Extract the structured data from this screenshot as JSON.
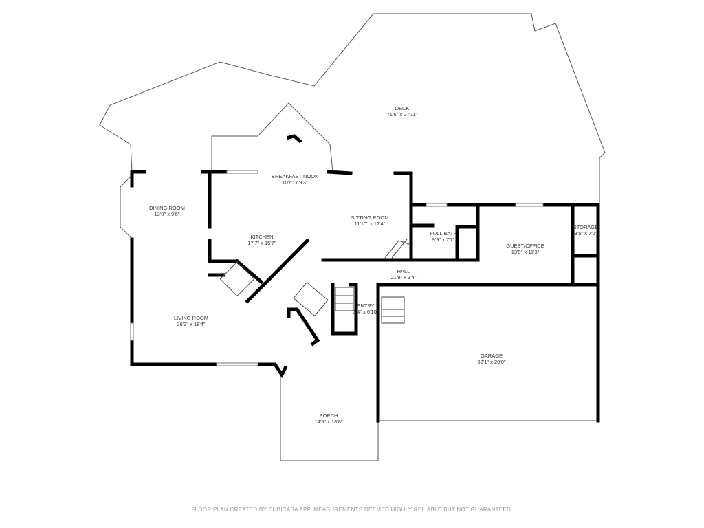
{
  "rooms": [
    {
      "name": "DECK",
      "size": "71'6\" x 27'11\""
    },
    {
      "name": "BREAKFAST NOOK",
      "size": "10'6\" x 9'3\""
    },
    {
      "name": "DINING ROOM",
      "size": "13'0\" x 9'6\""
    },
    {
      "name": "SITTING ROOM",
      "size": "11'10\" x 12'4\""
    },
    {
      "name": "KITCHEN",
      "size": "17'7\" x 15'7\""
    },
    {
      "name": "FULL BATH",
      "size": "9'9\" x 7'7\""
    },
    {
      "name": "GUEST/OFFICE",
      "size": "13'9\" x 11'3\""
    },
    {
      "name": "STORAGE",
      "size": "3'5\" x 7'0\""
    },
    {
      "name": "HALL",
      "size": "21'9\" x 3'4\""
    },
    {
      "name": "ENTRY",
      "size": "3'4\" x 6'10\""
    },
    {
      "name": "LIVING ROOM",
      "size": "26'3\" x 18'4\""
    },
    {
      "name": "GARAGE",
      "size": "32'1\" x 20'0\""
    },
    {
      "name": "PORCH",
      "size": "14'5\" x 18'8\""
    }
  ],
  "footer": "FLOOR PLAN CREATED BY CUBICASA APP. MEASUREMENTS DEEMED HIGHLY RELIABLE BUT NOT GUARANTEED."
}
